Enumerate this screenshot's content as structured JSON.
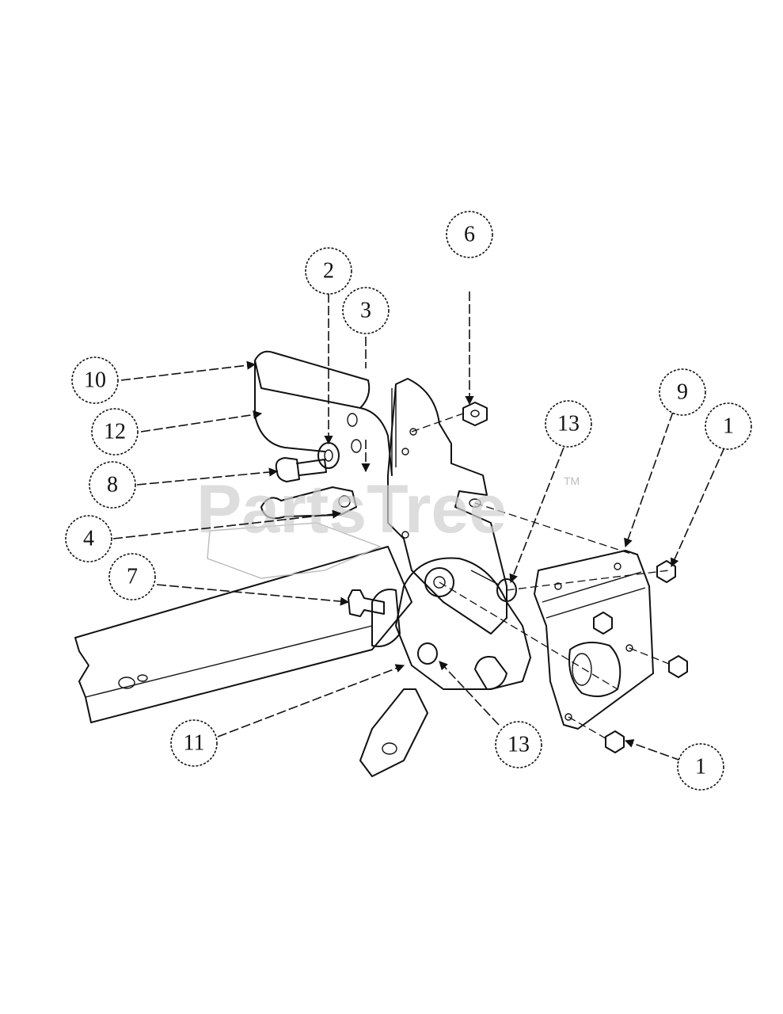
{
  "watermark": {
    "text": "PartsTree",
    "tm": "TM"
  },
  "callouts": [
    {
      "id": "c10",
      "label": "10"
    },
    {
      "id": "c12",
      "label": "12"
    },
    {
      "id": "c8",
      "label": "8"
    },
    {
      "id": "c4",
      "label": "4"
    },
    {
      "id": "c7",
      "label": "7"
    },
    {
      "id": "c11",
      "label": "11"
    },
    {
      "id": "c2",
      "label": "2"
    },
    {
      "id": "c3",
      "label": "3"
    },
    {
      "id": "c6",
      "label": "6"
    },
    {
      "id": "c13a",
      "label": "13"
    },
    {
      "id": "c13b",
      "label": "13"
    },
    {
      "id": "c9",
      "label": "9"
    },
    {
      "id": "c1a",
      "label": "1"
    },
    {
      "id": "c1b",
      "label": "1"
    }
  ]
}
